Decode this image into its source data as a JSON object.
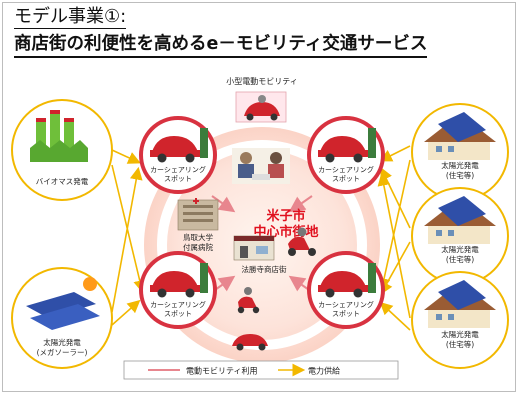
{
  "header": {
    "title_line1": "モデル事業①:",
    "title_line2": "商店街の利便性を高めるe－モビリティ交通サービス"
  },
  "diagram": {
    "top_caption": "小型電動モビリティ",
    "center_label_line1": "米子市",
    "center_label_line2": "中心市街地",
    "spot_label_line1": "カーシェアリング",
    "spot_label_line2": "スポット",
    "hospital_line1": "鳥取大学",
    "hospital_line2": "付属病院",
    "shopping_street": "法勝寺商店街",
    "biomass": "バイオマス発電",
    "solar_mega_line1": "太陽光発電",
    "solar_mega_line2": "(メガソーラー)",
    "solar_home_line1": "太陽光発電",
    "solar_home_line2": "(住宅等)"
  },
  "legend": {
    "mobility_use": "電動モビリティ利用",
    "power_supply": "電力供給"
  },
  "colors": {
    "mobility_line": "#e8868e",
    "power_arrow": "#f2b800",
    "spot_circle": "#d83240",
    "center_text": "#e0101e"
  }
}
